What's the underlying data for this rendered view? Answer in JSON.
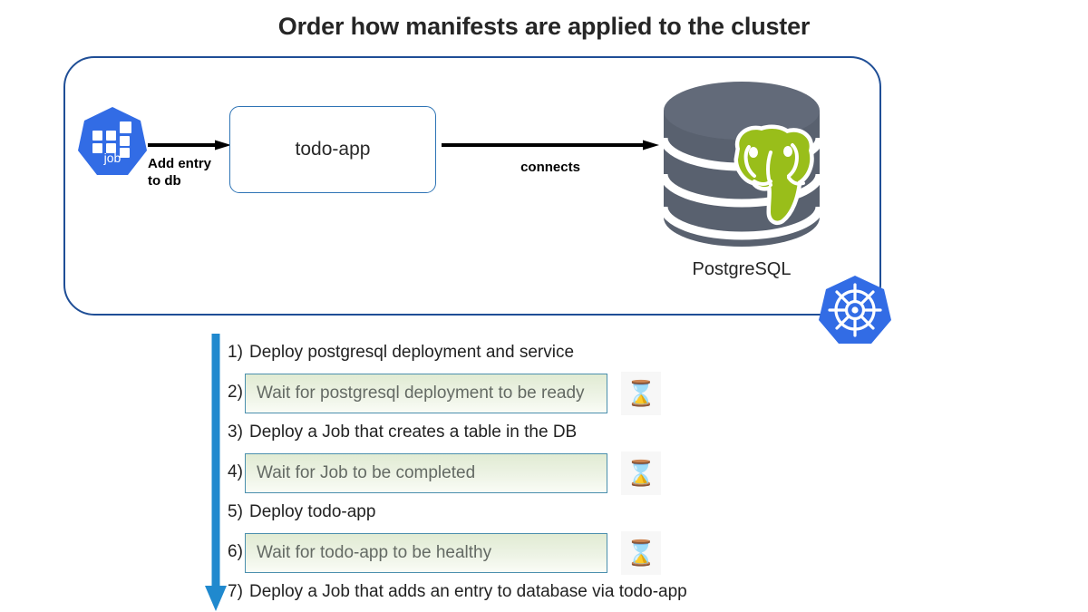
{
  "title": "Order how manifests are applied to the cluster",
  "colors": {
    "panel_border": "#1F4E96",
    "box_border": "#2E74B5",
    "k8s_blue": "#326CE5",
    "flow_arrow_blue": "#2089CE",
    "wait_box_border": "#4A8FAD",
    "wait_box_fill_top": "#E1EBD3",
    "wait_box_fill_bottom": "#FAFCF6",
    "postgres_elephant": "#99BE1A",
    "postgres_cylinder": "#59616F",
    "text": "#222222",
    "wait_text": "#646a64"
  },
  "architecture": {
    "job": {
      "label": "job",
      "icon": "kubernetes-job-icon"
    },
    "arrow_1": {
      "label_line1": "Add entry",
      "label_line2": "to db",
      "icon": "arrow-right-icon"
    },
    "app_box": {
      "label": "todo-app"
    },
    "arrow_2": {
      "label": "connects",
      "icon": "arrow-right-icon"
    },
    "database": {
      "label": "PostgreSQL",
      "icon": "postgresql-logo-icon"
    },
    "cluster_badge": {
      "icon": "kubernetes-wheel-icon"
    }
  },
  "flow": {
    "arrow_icon": "arrow-down-icon",
    "hourglass_icon": "hourglass-icon",
    "steps": [
      {
        "num": "1)",
        "text": "Deploy postgresql deployment and service",
        "boxed": false
      },
      {
        "num": "2)",
        "text": "Wait for postgresql deployment to be ready",
        "boxed": true
      },
      {
        "num": "3)",
        "text": "Deploy a Job that creates a table in the DB",
        "boxed": false
      },
      {
        "num": "4)",
        "text": "Wait for Job to be completed",
        "boxed": true
      },
      {
        "num": "5)",
        "text": "Deploy todo-app",
        "boxed": false
      },
      {
        "num": "6)",
        "text": "Wait for todo-app to be healthy",
        "boxed": true
      },
      {
        "num": "7)",
        "text": "Deploy a Job that adds an entry to database via todo-app",
        "boxed": false
      }
    ]
  }
}
